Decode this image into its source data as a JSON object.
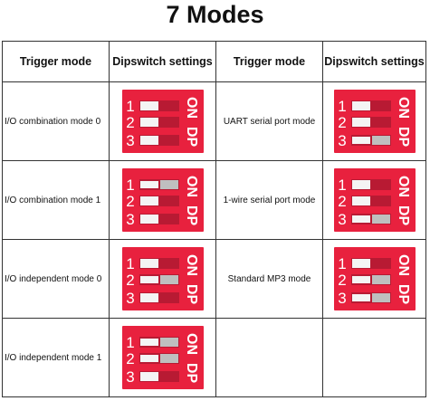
{
  "page": {
    "title": "7 Modes"
  },
  "table": {
    "headers": [
      "Trigger mode",
      "Dipswitch settings",
      "Trigger mode",
      "Dipswitch settings"
    ],
    "rows": [
      {
        "left": {
          "mode": "I/O combination mode 0",
          "switches": [
            "off",
            "off",
            "off"
          ]
        },
        "right": {
          "mode": "UART serial port mode",
          "switches": [
            "off",
            "off",
            "on"
          ]
        }
      },
      {
        "left": {
          "mode": "I/O combination mode 1",
          "switches": [
            "on",
            "off",
            "off"
          ]
        },
        "right": {
          "mode": "1-wire serial port mode",
          "switches": [
            "off",
            "off",
            "on"
          ]
        }
      },
      {
        "left": {
          "mode": "I/O independent mode 0",
          "switches": [
            "off",
            "on",
            "off"
          ]
        },
        "right": {
          "mode": "Standard MP3 mode",
          "switches": [
            "off",
            "on",
            "on"
          ]
        }
      },
      {
        "left": {
          "mode": "I/O independent mode 1",
          "switches": [
            "on",
            "on",
            "off"
          ]
        },
        "right": null
      }
    ]
  },
  "dip": {
    "on_text": "ON",
    "dp_text": "DP",
    "numbers": [
      "1",
      "2",
      "3"
    ]
  },
  "colors": {
    "dip_body": "#e8213e",
    "slot": "#b81a33",
    "knob": "#f4f4f4",
    "knob_on": "#bfbfbf",
    "text": "#ffffff",
    "grid": "#333333"
  }
}
